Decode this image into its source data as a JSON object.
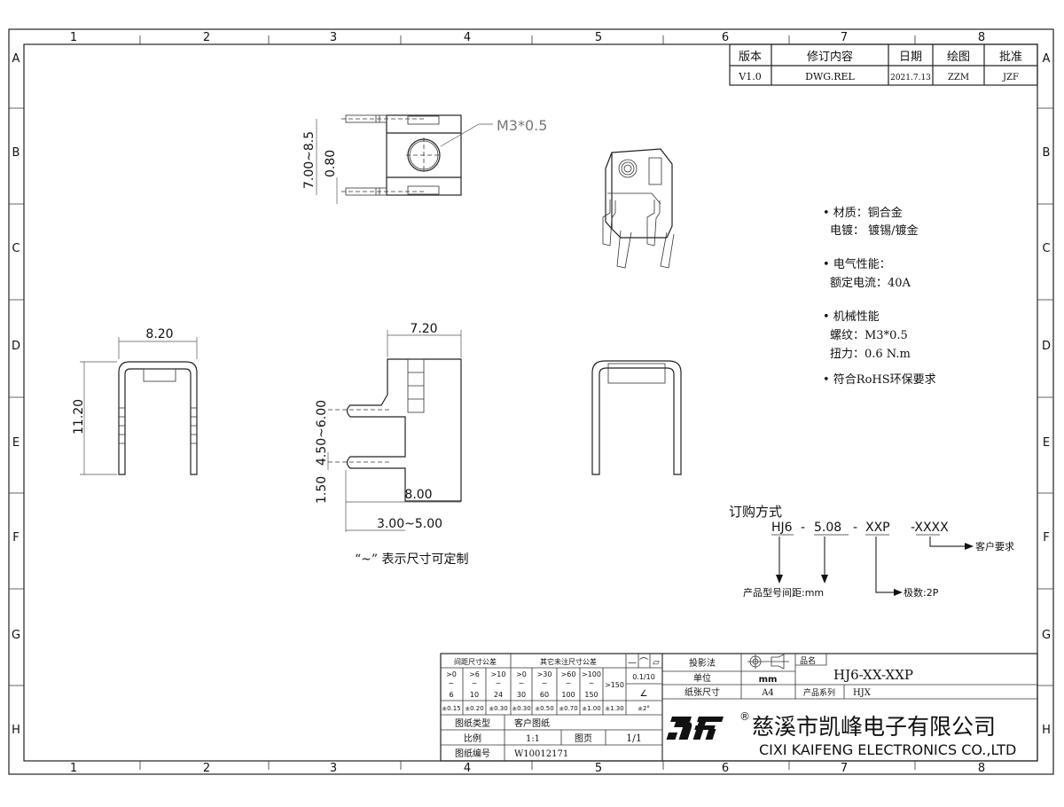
{
  "frame": {
    "columns": [
      "1",
      "2",
      "3",
      "4",
      "5",
      "6",
      "7",
      "8"
    ],
    "rows": [
      "A",
      "B",
      "C",
      "D",
      "E",
      "F",
      "G",
      "H"
    ]
  },
  "revision_table": {
    "headers": [
      "版本",
      "修订内容",
      "日期",
      "绘图",
      "批准"
    ],
    "row": [
      "V1.0",
      "DWG.REL",
      "2021.7.13",
      "ZZM",
      "JZF"
    ]
  },
  "top_view": {
    "thread_label": "M3*0.5",
    "dim_height": "7.00~8.5",
    "dim_thickness": "0.80"
  },
  "front_view": {
    "dim_width": "8.20",
    "dim_height": "11.20"
  },
  "side_view": {
    "dim_top": "7.20",
    "dim_slot": "4.50~6.00",
    "dim_bottom": "1.50",
    "dim_length": "8.00",
    "dim_pin": "3.00~5.00",
    "note": "“~” 表示尺寸可定制"
  },
  "specs": [
    "• 材质：铜合金",
    "电镀：  镀锡/镀金",
    "• 电气性能：",
    "额定电流：40A",
    "• 机械性能",
    "螺纹：M3*0.5",
    "扭力：0.6 N.m",
    "• 符合RoHS环保要求"
  ],
  "ordering": {
    "title": "订购方式",
    "parts": [
      "HJ6",
      "5.08",
      "XXP",
      "-XXXX"
    ],
    "separators": [
      "-",
      "-"
    ],
    "labels": {
      "product": "产品型号",
      "pitch": "间距:mm",
      "poles": "极数:2P",
      "custom": "客户要求"
    }
  },
  "tolerance": {
    "header_left": "间距尺寸公差",
    "header_right": "其它未注尺寸公差",
    "ranges": [
      [
        ">0",
        "6"
      ],
      [
        ">6",
        "10"
      ],
      [
        ">10",
        "24"
      ],
      [
        ">0",
        "30"
      ],
      [
        ">30",
        "60"
      ],
      [
        ">60",
        "100"
      ],
      [
        ">100",
        "150"
      ]
    ],
    "range_last": ">150",
    "values": [
      "±0.15",
      "±0.20",
      "±0.30",
      "±0.30",
      "±0.50",
      "±0.70",
      "±1.00",
      "±1.30"
    ],
    "flatness": "0.1/10",
    "angle": "±2°",
    "symbols": [
      "—",
      "⌒",
      "▱"
    ],
    "angle_symbol": "∠"
  },
  "title_block": {
    "drawing_type_label": "图纸类型",
    "drawing_type": "客户图纸",
    "scale_label": "比例",
    "scale": "1:1",
    "page_label": "图页",
    "page": "1/1",
    "number_label": "图纸编号",
    "number": "W10012171",
    "projection_label": "投影法",
    "unit_label": "单位",
    "unit": "mm",
    "paper_label": "纸张尺寸",
    "paper": "A4",
    "name_label": "品名",
    "name": "HJ6-XX-XXP",
    "series_label": "产品系列",
    "series": "HJX",
    "company_cn": "慈溪市凯峰电子有限公司",
    "company_en": "CIXI KAIFENG ELECTRONICS CO.,LTD",
    "logo": "DFT",
    "registered": "®"
  }
}
